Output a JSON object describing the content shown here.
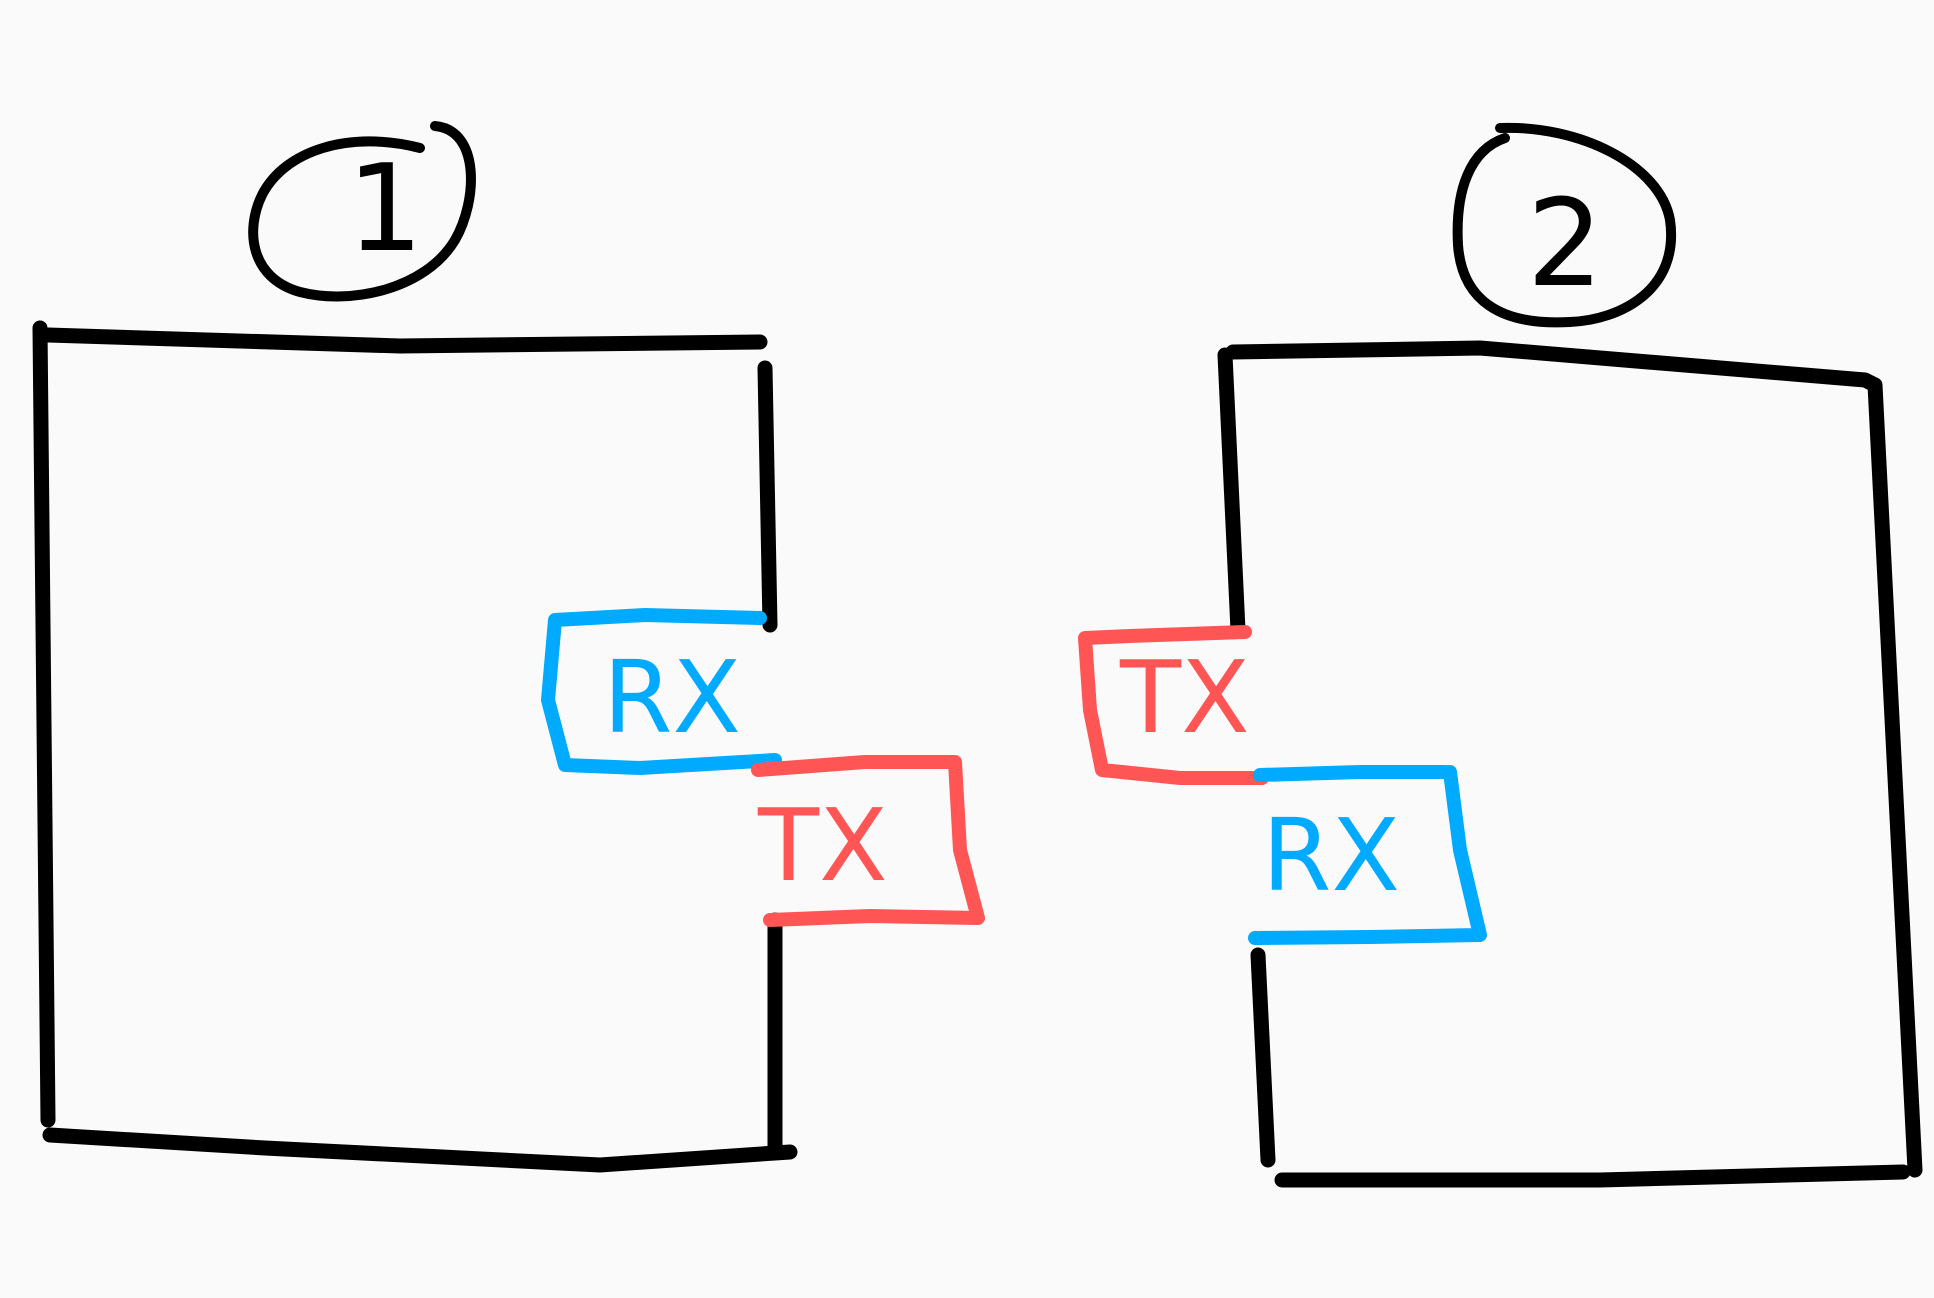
{
  "colors": {
    "background": "#fafafa",
    "outline": "#000000",
    "rx": "#00aaff",
    "tx": "#ff5555"
  },
  "devices": [
    {
      "number_label": "1",
      "ports": [
        {
          "label": "RX",
          "color": "#00aaff"
        },
        {
          "label": "TX",
          "color": "#ff5555"
        }
      ]
    },
    {
      "number_label": "2",
      "ports": [
        {
          "label": "TX",
          "color": "#ff5555"
        },
        {
          "label": "RX",
          "color": "#00aaff"
        }
      ]
    }
  ]
}
